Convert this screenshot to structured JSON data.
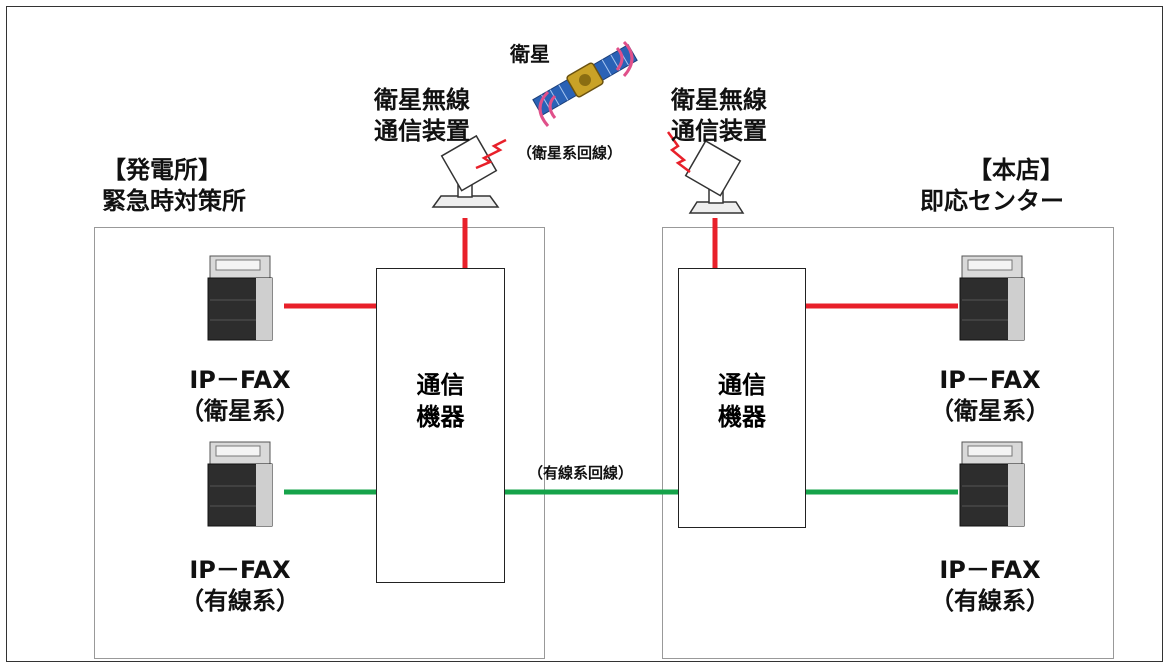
{
  "satellite": {
    "label": "衛星"
  },
  "left_antenna": {
    "line1": "衛星無線",
    "line2": "通信装置"
  },
  "right_antenna": {
    "line1": "衛星無線",
    "line2": "通信装置"
  },
  "satellite_link_label": "（衛星系回線）",
  "wired_link_label": "（有線系回線）",
  "left_site": {
    "line1": "【発電所】",
    "line2": "緊急時対策所"
  },
  "right_site": {
    "line1": "【本店】",
    "line2": "即応センター"
  },
  "left_device": {
    "line1": "通信",
    "line2": "機器"
  },
  "right_device": {
    "line1": "通信",
    "line2": "機器"
  },
  "faxes": {
    "left_sat": {
      "name": "IP－FAX",
      "type": "（衛星系）"
    },
    "left_wired": {
      "name": "IP－FAX",
      "type": "（有線系）"
    },
    "right_sat": {
      "name": "IP－FAX",
      "type": "（衛星系）"
    },
    "right_wired": {
      "name": "IP－FAX",
      "type": "（有線系）"
    }
  },
  "colors": {
    "satellite_line": "#e8202a",
    "wired_line": "#16a34a"
  }
}
